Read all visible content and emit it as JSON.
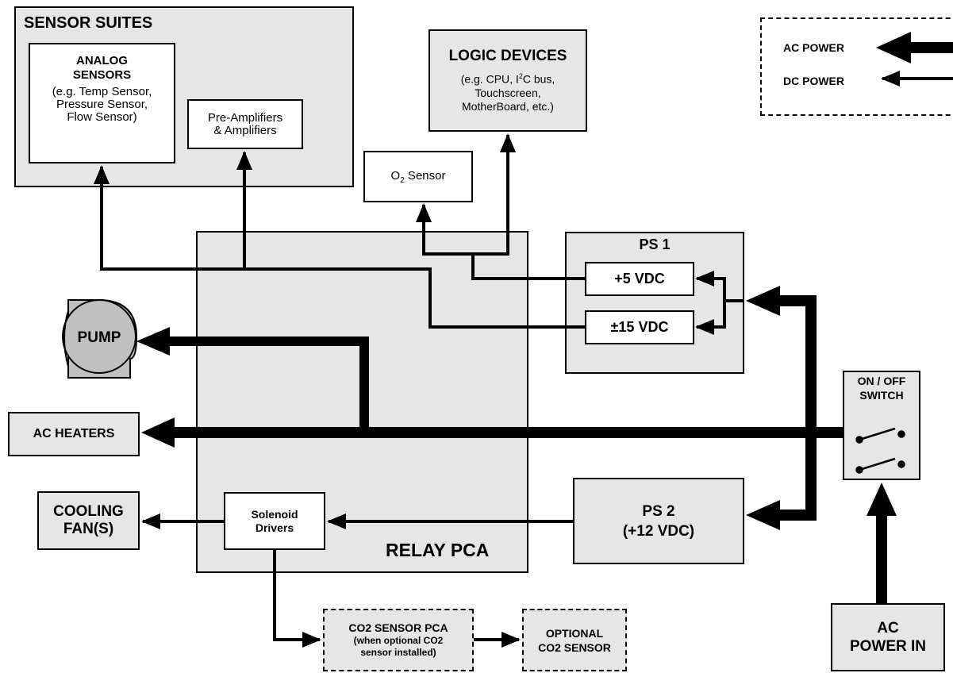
{
  "sensor_suites": {
    "title": "SENSOR SUITES",
    "analog_title_1": "ANALOG",
    "analog_title_2": "SENSORS",
    "analog_desc_1": "(e.g. Temp Sensor,",
    "analog_desc_2": "Pressure Sensor,",
    "analog_desc_3": "Flow Sensor)",
    "amplifiers_1": "Pre-Amplifiers",
    "amplifiers_2": "& Amplifiers"
  },
  "logic_devices": {
    "title": "LOGIC DEVICES",
    "desc_1a": "(e.g. CPU, I",
    "desc_1_sup": "2",
    "desc_1b": "C bus,",
    "desc_2": "Touchscreen,",
    "desc_3": "MotherBoard, etc.)"
  },
  "o2_sensor": {
    "label_a": "O",
    "label_sub": "2",
    "label_b": " Sensor"
  },
  "legend": {
    "ac_power": "AC POWER",
    "dc_power": "DC POWER"
  },
  "ps1": {
    "title": "PS 1",
    "plus5": "+5 VDC",
    "pm15": "±15 VDC"
  },
  "pump": "PUMP",
  "ac_heaters": "AC HEATERS",
  "cooling_fans": {
    "line_1": "COOLING",
    "line_2": "FAN(S)"
  },
  "solenoid": {
    "line_1": "Solenoid",
    "line_2": "Drivers"
  },
  "relay_pca": "RELAY PCA",
  "ps2": {
    "line_1": "PS 2",
    "line_2": "(+12 VDC)"
  },
  "switch": {
    "line_1": "ON / OFF",
    "line_2": "SWITCH"
  },
  "ac_power_in": {
    "line_1": "AC",
    "line_2": "POWER IN"
  },
  "co2_pca": {
    "line_1": "CO2 SENSOR PCA",
    "line_2": "(when optional CO2",
    "line_3": "sensor installed)"
  },
  "optional_co2": {
    "line_1": "OPTIONAL",
    "line_2": "CO2 SENSOR"
  },
  "colors": {
    "box_fill": "#e6e6e6",
    "pump_fill": "#c0c0c0",
    "line": "#000000"
  }
}
